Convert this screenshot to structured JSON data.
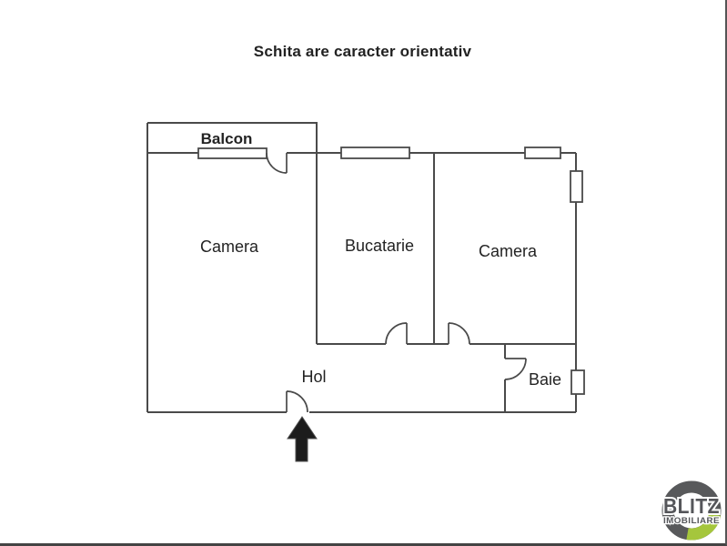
{
  "title": "Schita are caracter orientativ",
  "rooms": {
    "balcon": "Balcon",
    "camera_left": "Camera",
    "bucatarie": "Bucatarie",
    "camera_right": "Camera",
    "hol": "Hol",
    "baie": "Baie"
  },
  "icons": {
    "entrance_arrow": "up-arrow-entrance-marker"
  },
  "logo": {
    "line1": "BLITZ",
    "line2": "IMOBILIARE",
    "ring_color": "#58595b",
    "accent_color": "#a5c63c",
    "text_color": "#55565a"
  },
  "colors": {
    "background": "#ffffff",
    "wall": "#4a4a4a",
    "label_text": "#232323",
    "arrow": "#1c1c1c"
  }
}
